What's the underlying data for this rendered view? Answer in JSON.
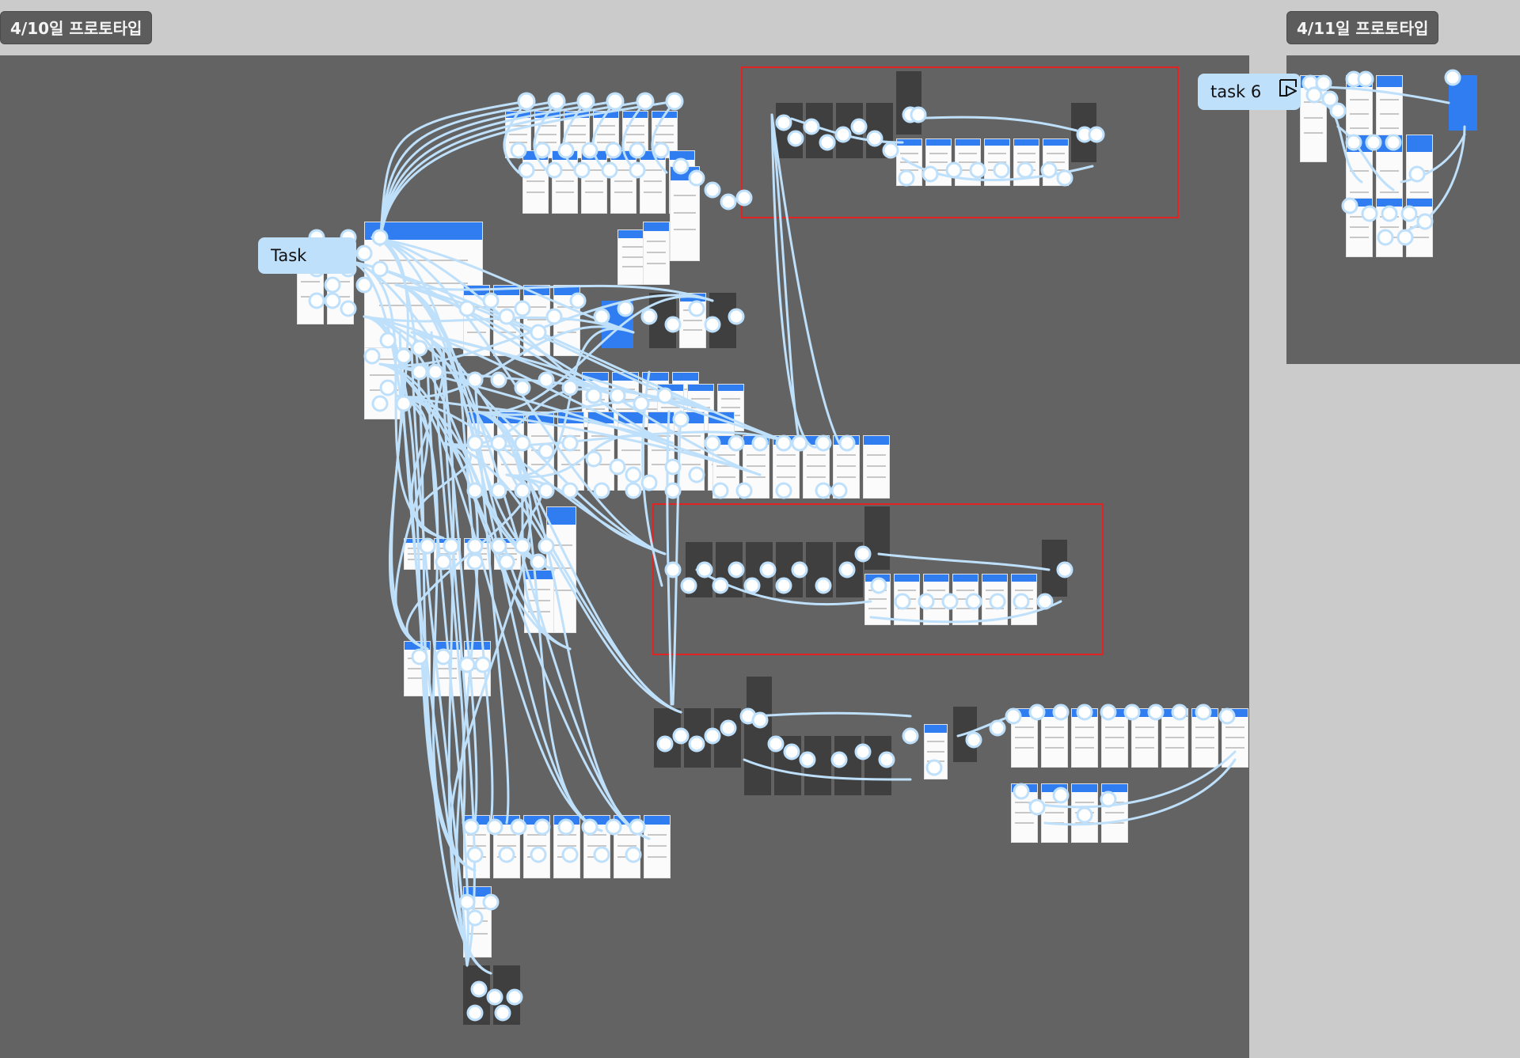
{
  "canvas": {
    "sections": [
      {
        "label": "4/10일 프로토타입"
      },
      {
        "label": "4/11일 프로토타입"
      }
    ],
    "flow_starts": [
      {
        "label": "Task",
        "icon": ""
      },
      {
        "label": "task 6",
        "icon": "play-icon"
      }
    ]
  },
  "colors": {
    "canvas_background": "#cbcbcb",
    "section_background": "#636363",
    "connector": "#bfe0fb",
    "highlight": "#e02424",
    "frame_accent": "#2f7df0"
  }
}
